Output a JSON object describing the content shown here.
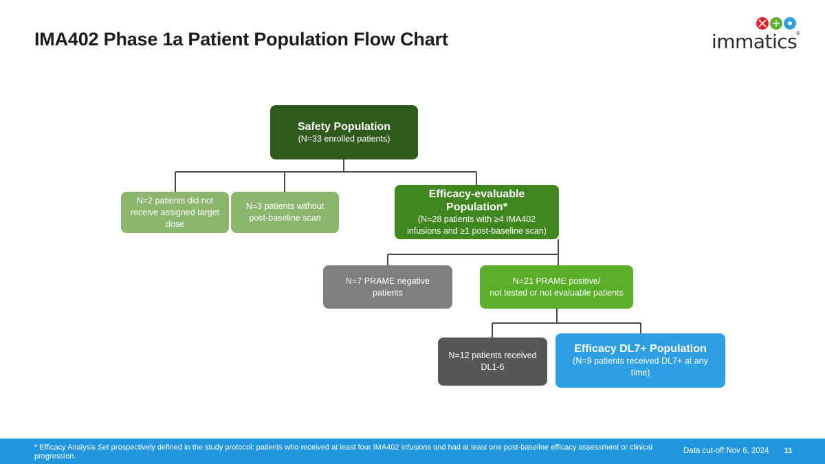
{
  "title": "IMA402 Phase 1a Patient Population Flow Chart",
  "logo": {
    "text": "immatics",
    "registered": "®"
  },
  "nodes": {
    "safety": {
      "main": "Safety Population",
      "sub": "(N=33 enrolled patients)"
    },
    "no_dose": {
      "text": "N=2 patients did not receive assigned target dose"
    },
    "no_scan": {
      "text": "N=3 patients without post-baseline scan"
    },
    "efficacy": {
      "main": "Efficacy-evaluable Population*",
      "sub": "(N=28 patients with ≥4 IMA402 infusions and ≥1 post-baseline scan)"
    },
    "prame_negative": {
      "text": "N=7 PRAME negative patients"
    },
    "prame_positive": {
      "line1": "N=21 PRAME positive/",
      "line2": "not tested or not evaluable patients"
    },
    "dl1_6": {
      "text": "N=12 patients received DL1-6"
    },
    "dl7": {
      "main": "Efficacy DL7+ Population",
      "sub": "(N=9 patients received DL7+ at any time)"
    }
  },
  "footer": {
    "footnote": "* Efficacy Analysis Set prospectively defined in the study protocol: patients who received at least four IMA402 infusions and had at least one post-baseline efficacy assessment or clinical progression.",
    "data_cutoff": "Data cut-off Nov 6, 2024",
    "page_number": "11"
  },
  "colors": {
    "safety": "#2e5a1c",
    "excluded": "#8ab66e",
    "efficacy": "#3f861f",
    "prame_negative": "#7f7f7f",
    "prame_positive": "#5aaf28",
    "dl1_6": "#565656",
    "dl7": "#2d9fe2",
    "footer": "#2196dd"
  }
}
